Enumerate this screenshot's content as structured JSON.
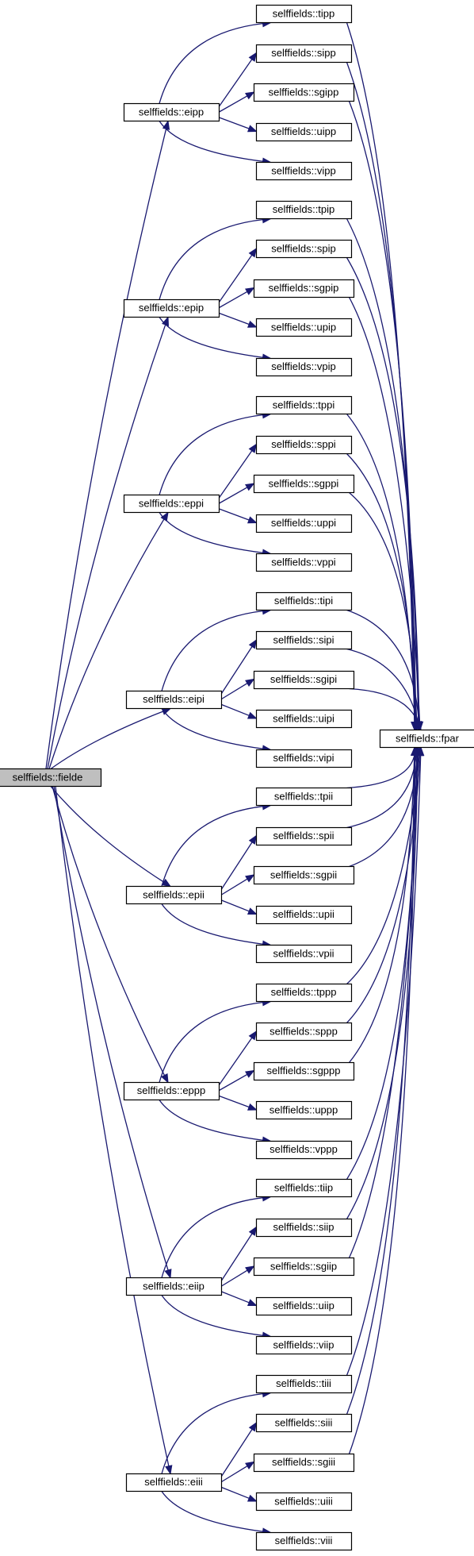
{
  "graph": {
    "edge_color": "#191970",
    "root": "selffields::fielde",
    "sink": "selffields::fpar",
    "groups": [
      {
        "parent": "selffields::eipp",
        "children": [
          "selffields::tipp",
          "selffields::sipp",
          "selffields::sgipp",
          "selffields::uipp",
          "selffields::vipp"
        ]
      },
      {
        "parent": "selffields::epip",
        "children": [
          "selffields::tpip",
          "selffields::spip",
          "selffields::sgpip",
          "selffields::upip",
          "selffields::vpip"
        ]
      },
      {
        "parent": "selffields::eppi",
        "children": [
          "selffields::tppi",
          "selffields::sppi",
          "selffields::sgppi",
          "selffields::uppi",
          "selffields::vppi"
        ]
      },
      {
        "parent": "selffields::eipi",
        "children": [
          "selffields::tipi",
          "selffields::sipi",
          "selffields::sgipi",
          "selffields::uipi",
          "selffields::vipi"
        ]
      },
      {
        "parent": "selffields::epii",
        "children": [
          "selffields::tpii",
          "selffields::spii",
          "selffields::sgpii",
          "selffields::upii",
          "selffields::vpii"
        ]
      },
      {
        "parent": "selffields::eppp",
        "children": [
          "selffields::tppp",
          "selffields::sppp",
          "selffields::sgppp",
          "selffields::uppp",
          "selffields::vppp"
        ]
      },
      {
        "parent": "selffields::eiip",
        "children": [
          "selffields::tiip",
          "selffields::siip",
          "selffields::sgiip",
          "selffields::uiip",
          "selffields::viip"
        ]
      },
      {
        "parent": "selffields::eiii",
        "children": [
          "selffields::tiii",
          "selffields::siii",
          "selffields::sgiii",
          "selffields::uiii",
          "selffields::viii"
        ]
      }
    ]
  }
}
